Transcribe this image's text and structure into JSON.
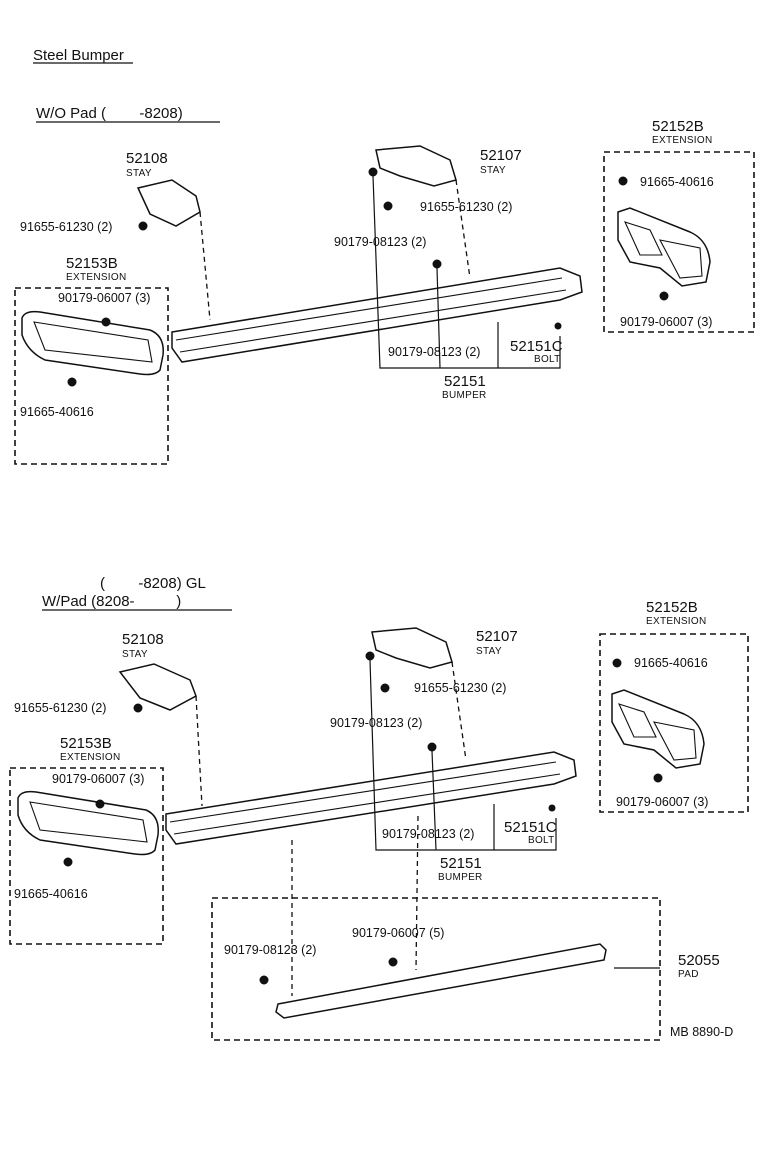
{
  "header": {
    "title": "Steel Bumper",
    "section1": "W/O Pad (        -8208)",
    "section2_line1": "(        -8208) GL",
    "section2_line2": "W/Pad (8208-          )"
  },
  "section1": {
    "stay_left": {
      "no": "52108",
      "name": "STAY"
    },
    "stay_right": {
      "no": "52107",
      "name": "STAY"
    },
    "ext_right": {
      "no": "52152B",
      "name": "EXTENSION"
    },
    "ext_left": {
      "no": "52153B",
      "name": "EXTENSION"
    },
    "bumper": {
      "no": "52151",
      "name": "BUMPER"
    },
    "bolt": {
      "no": "52151C",
      "name": "BOLT"
    },
    "bolt_stay_left": "91655-61230 (2)",
    "bolt_stay_right": "91655-61230 (2)",
    "nut_upper": "90179-08123 (2)",
    "nut_lower": "90179-08123 (2)",
    "ext_left_nut": "90179-06007 (3)",
    "ext_left_bolt": "91665-40616",
    "ext_right_bolt": "91665-40616",
    "ext_right_nut": "90179-06007 (3)"
  },
  "section2": {
    "stay_left": {
      "no": "52108",
      "name": "STAY"
    },
    "stay_right": {
      "no": "52107",
      "name": "STAY"
    },
    "ext_right": {
      "no": "52152B",
      "name": "EXTENSION"
    },
    "ext_left": {
      "no": "52153B",
      "name": "EXTENSION"
    },
    "bumper": {
      "no": "52151",
      "name": "BUMPER"
    },
    "bolt": {
      "no": "52151C",
      "name": "BOLT"
    },
    "pad": {
      "no": "52055",
      "name": "PAD"
    },
    "bolt_stay_left": "91655-61230 (2)",
    "bolt_stay_right": "91655-61230 (2)",
    "nut_upper": "90179-08123 (2)",
    "nut_lower": "90179-08123 (2)",
    "ext_left_nut": "90179-06007 (3)",
    "ext_left_bolt": "91665-40616",
    "ext_right_bolt": "91665-40616",
    "ext_right_nut": "90179-06007 (3)",
    "pad_nut_left": "90179-08123 (2)",
    "pad_nut_right": "90179-06007 (5)",
    "code": "MB 8890-D"
  }
}
